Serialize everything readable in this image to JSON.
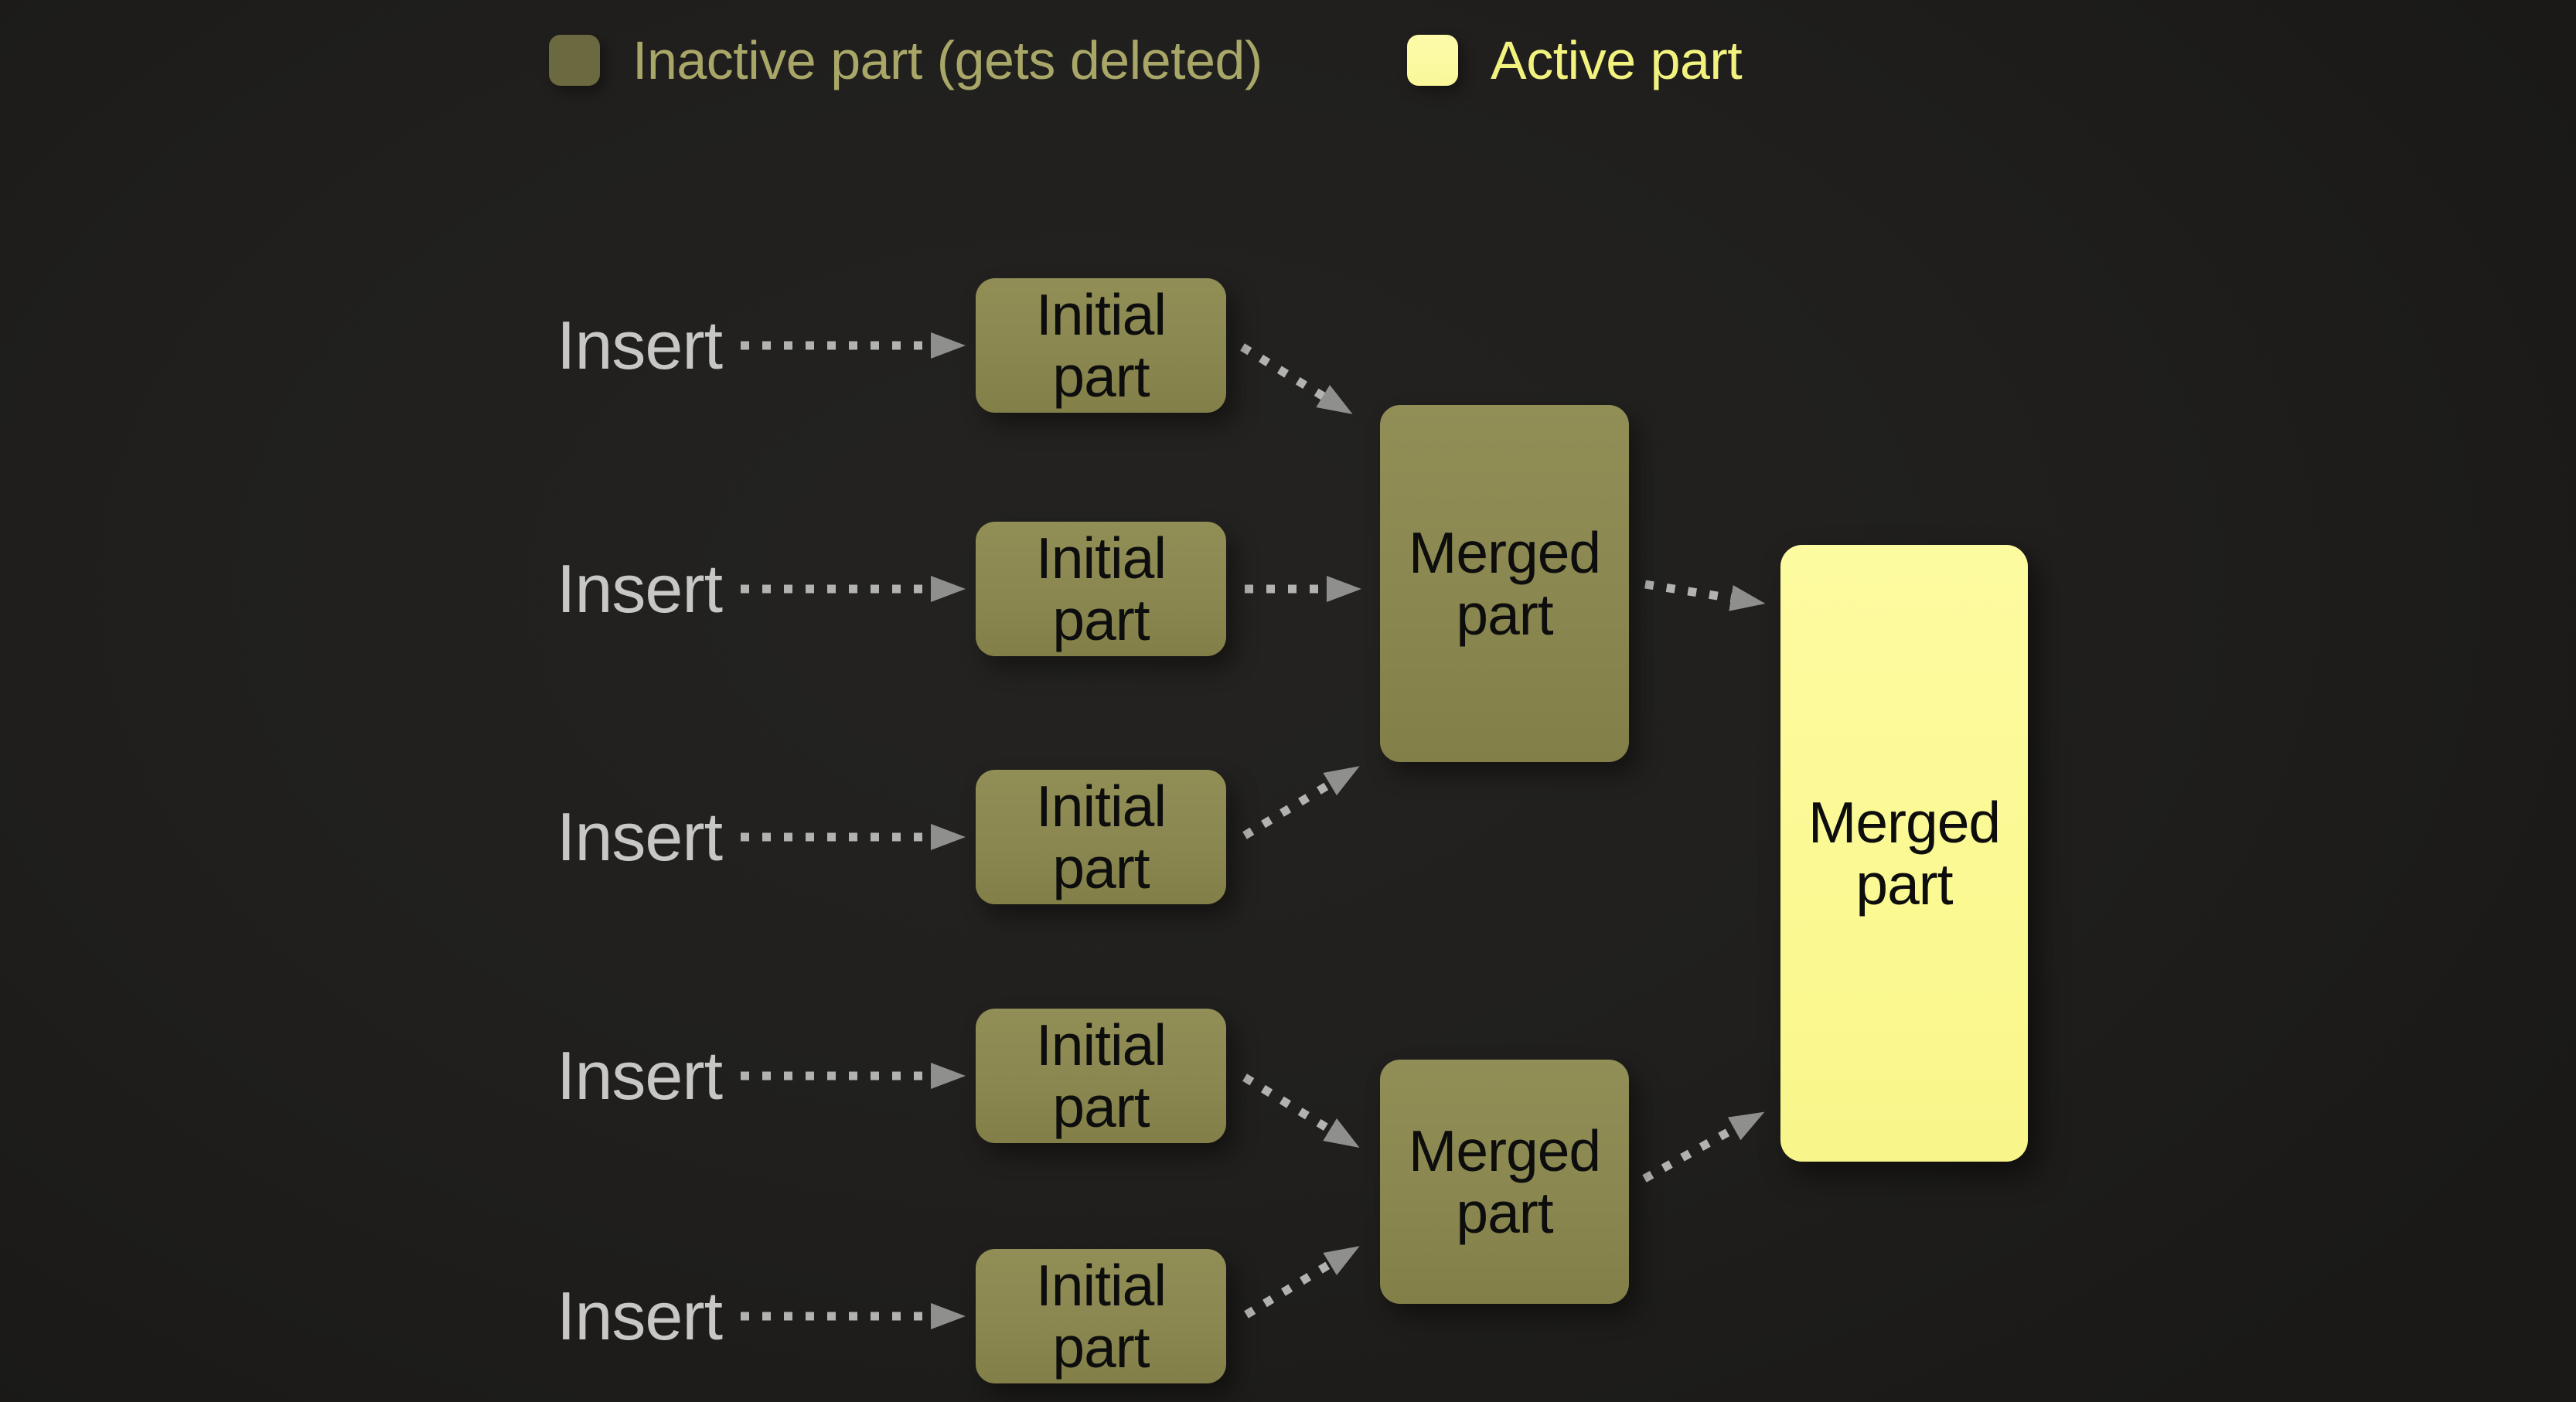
{
  "legend": {
    "inactive": {
      "label": "Inactive part (gets deleted)",
      "swatch_color": "#6b693f",
      "text_color": "#a9a768"
    },
    "active": {
      "label": "Active part",
      "swatch_color": "#fcfaa2",
      "text_color": "#f2f37e"
    }
  },
  "diagram": {
    "inserts": [
      "Insert",
      "Insert",
      "Insert",
      "Insert",
      "Insert"
    ],
    "initial_parts": [
      "Initial part",
      "Initial part",
      "Initial part",
      "Initial part",
      "Initial part"
    ],
    "merged_parts": [
      "Merged part",
      "Merged part"
    ],
    "final_part": "Merged part"
  },
  "colors": {
    "background": "#201f1d",
    "inactive_box": "#8b8850",
    "active_box": "#fbf993",
    "box_text": "#0d0d0d",
    "insert_text": "#c7c7c5",
    "arrow_dash": "#b2b2b0",
    "arrow_head": "#8f8f8d"
  }
}
